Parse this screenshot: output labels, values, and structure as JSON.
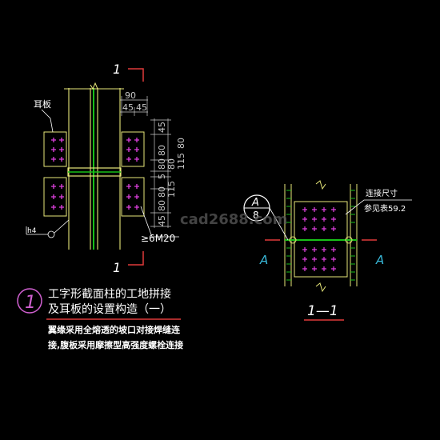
{
  "colors": {
    "background": "#000000",
    "column": "#e8e87a",
    "web": "#18c018",
    "bolt": "#e040e0",
    "text_white": "#ffffff",
    "dim": "#c8c8c8",
    "section": "#e03a3a",
    "title_circle": "#d060d0",
    "section_label": "#38b8d8",
    "watermark": "#5a5a5a"
  },
  "left_view": {
    "section_mark_top": "1",
    "section_mark_bottom": "1",
    "ear_plate_label": "耳板",
    "dims_top": [
      "90",
      "45",
      "45"
    ],
    "dims_right_col1": [
      "45",
      "80",
      "80",
      "5",
      "80",
      "80",
      "45"
    ],
    "dims_right_col2": [
      "80",
      "115",
      "115",
      "80"
    ],
    "bolt_spec": "≥6M20",
    "weld_symbol": "h4"
  },
  "right_view": {
    "section_title": "1—1",
    "cut_label_left": "A",
    "cut_label_right": "A",
    "detail_circle_top": "A",
    "detail_circle_bottom": "8",
    "connection_size_label": "连接尺寸",
    "see_table_label": "参见表59.2"
  },
  "watermark": "cad2688.com",
  "title_block": {
    "number": "1",
    "line1": "工字形截面柱的工地拼接",
    "line2": "及耳板的设置构造（一）",
    "note_line1": "翼缘采用全熔透的坡口对接焊缝连",
    "note_line2": "接,腹板采用摩擦型高强度螺栓连接"
  }
}
